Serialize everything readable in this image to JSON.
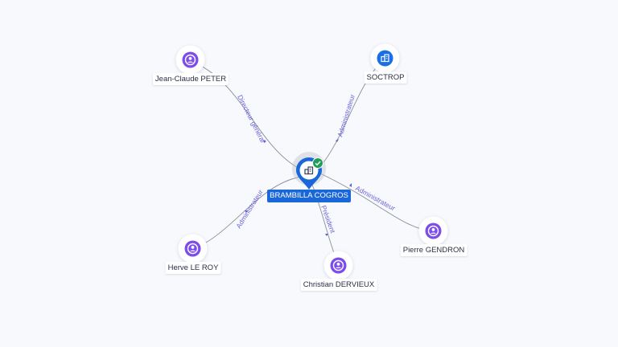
{
  "center": {
    "name": "BRAMBILLA COGROS",
    "icon": "building-icon",
    "status_icon": "check-icon",
    "accent": "#1967d9"
  },
  "nodes": [
    {
      "id": "jean-claude-peter",
      "name": "Jean-Claude PETER",
      "type": "person",
      "relation": "Directeur général"
    },
    {
      "id": "soctrop",
      "name": "SOCTROP",
      "type": "company",
      "relation": "Administrateur"
    },
    {
      "id": "herve-le-roy",
      "name": "Herve LE ROY",
      "type": "person",
      "relation": "Administrateur"
    },
    {
      "id": "christian-dervieux",
      "name": "Christian DERVIEUX",
      "type": "person",
      "relation": "Président"
    },
    {
      "id": "pierre-gendron",
      "name": "Pierre GENDRON",
      "type": "person",
      "relation": "Administrateur"
    }
  ],
  "colors": {
    "person": "#7c4dea",
    "company": "#1b6fe6",
    "edge": "#8a8f9a",
    "edge_label": "#6b63d9"
  }
}
